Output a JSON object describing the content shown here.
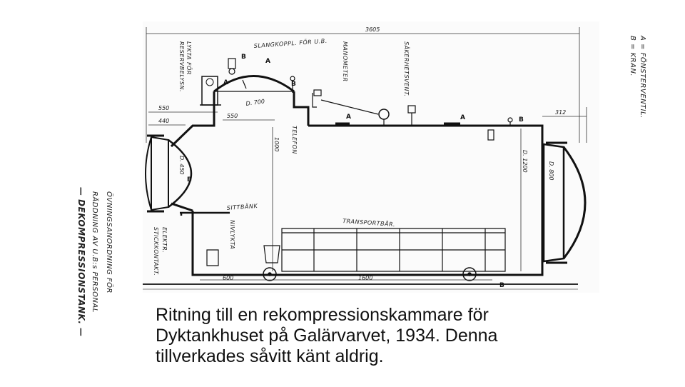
{
  "caption": {
    "line1": "Ritning till en rekompressionskammare för",
    "line2": "Dyktankhuset på Galärvarvet, 1934. Denna",
    "line3": "tillverkades såvitt känt aldrig."
  },
  "legend": {
    "a": "A = FÖNSTERVENTIL.",
    "b": "B = KRAN."
  },
  "title_block": {
    "line1": "ÖVNINGSANORDNING FÖR",
    "line2": "RÄDDNING AV U.B:s PERSONAL",
    "line3": "— DEKOMPRESSIONSTANK. —"
  },
  "labels": {
    "lykta": "LYKTA FÖR",
    "reservbelysn": "RESERVBELYSN.",
    "slangkoppl": "SLANGKOPPL. FÖR U.B.",
    "manometer": "MANOMETER",
    "sakerhetsvent": "SÄKERHETSVENT.",
    "telefon": "TELEFON",
    "sittbank": "SITTBÄNK",
    "transportbar": "TRANSPORTBÅR.",
    "nivlykta": "NIVLYKTA",
    "elektr": "ELEKTR.",
    "stickkontakt": "STICKKONTAKT."
  },
  "dimensions": {
    "d3605": "3605",
    "d550": "550",
    "d440": "440",
    "d700": "D. 700",
    "d550b": "550",
    "d1000": "1000",
    "d450": "D. 450",
    "d1200": "D. 1200",
    "d800": "D. 800",
    "d312": "312",
    "d600": "600",
    "d1600": "1600"
  },
  "markers": {
    "a": "A",
    "b": "B"
  }
}
